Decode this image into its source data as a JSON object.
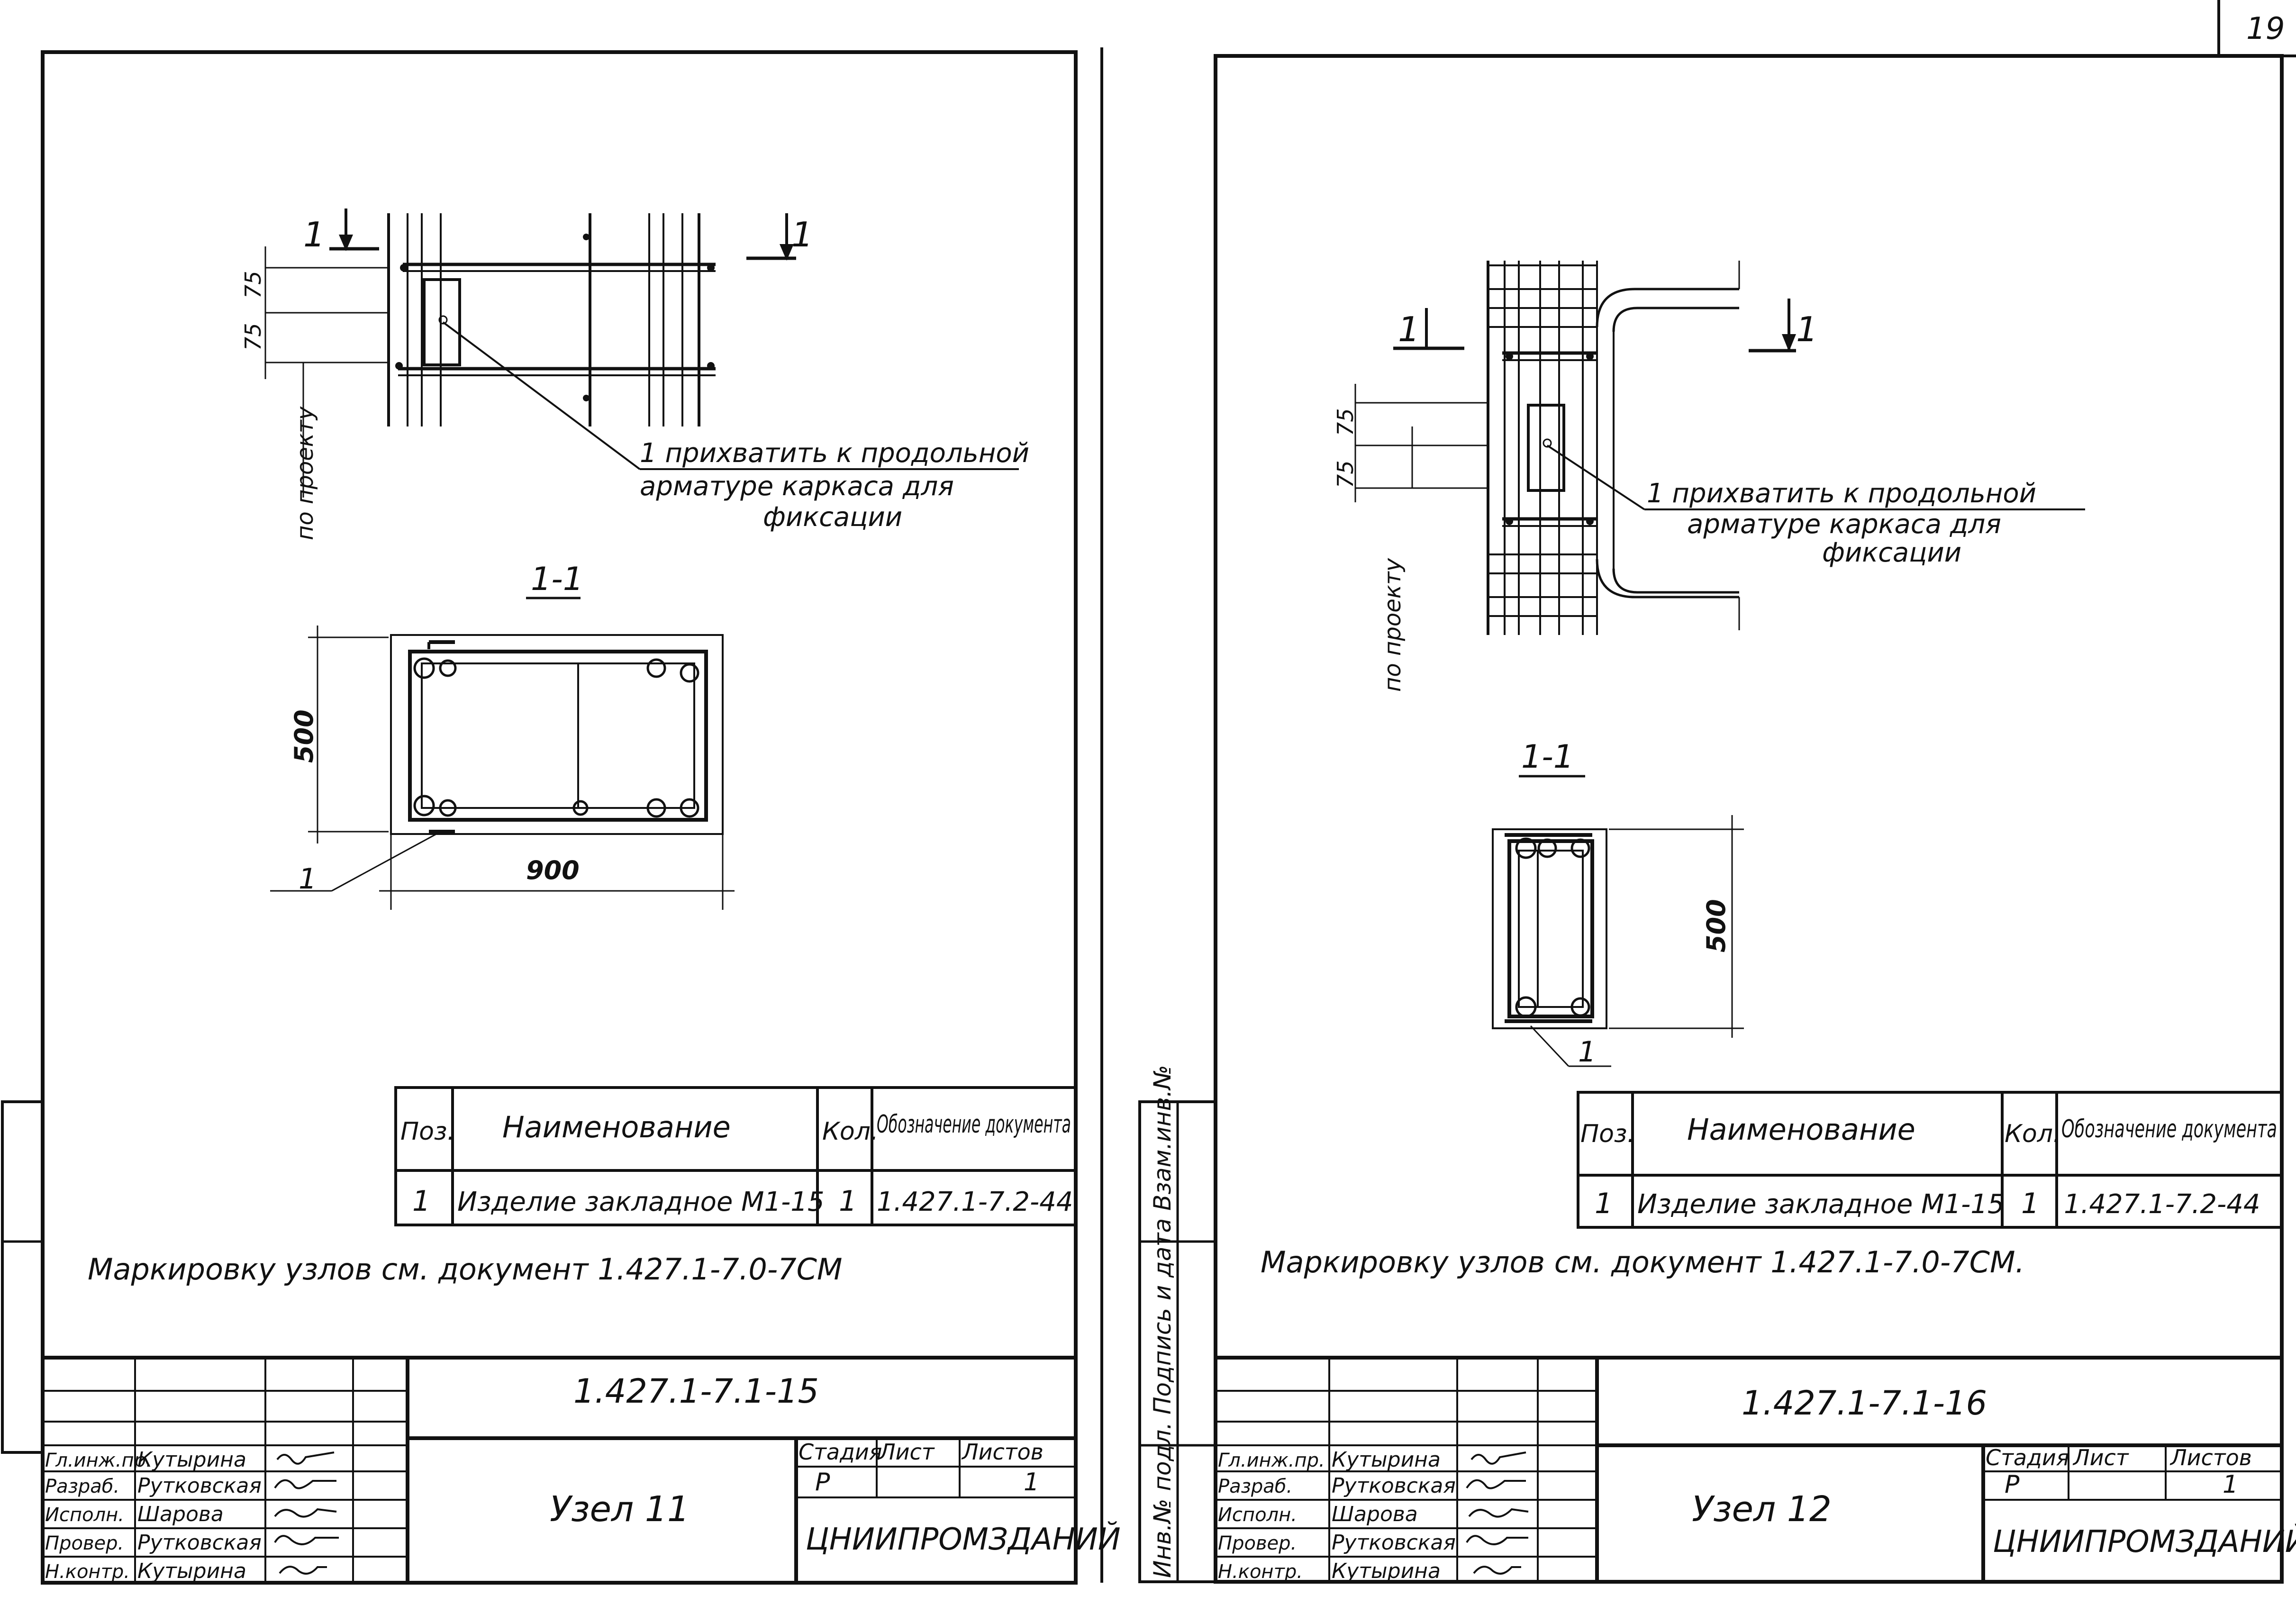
{
  "page_number": "19",
  "left_sheet": {
    "plan": {
      "section_mark": "1",
      "dim_top": "75",
      "dim_mid": "75",
      "dim_side": "по проекту",
      "callout": {
        "line1": "1 прихватить к продольной",
        "line2": "арматуре каркаса для",
        "line3": "фиксации"
      }
    },
    "section": {
      "title": "1-1",
      "height": "500",
      "width": "900",
      "callout": "1"
    },
    "spec": {
      "h_pos": "Поз.",
      "h_name": "Наименование",
      "h_qty": "Кол.",
      "h_doc": "Обозначение документа",
      "r_pos": "1",
      "r_name": "Изделие закладное М1-15",
      "r_qty": "1",
      "r_doc": "1.427.1-7.2-44"
    },
    "note": "Маркировку узлов см. документ 1.427.1-7.0-7СМ",
    "title_block": {
      "code": "1.427.1-7.1-15",
      "node": "Узел 11",
      "stage_label": "Стадия",
      "sheet_label": "Лист",
      "sheets_label": "Листов",
      "stage": "Р",
      "sheets": "1",
      "org": "ЦНИИПРОМЗДАНИЙ",
      "roles": [
        "Гл.инж.пр.",
        "Разраб.",
        "Исполн.",
        "Провер.",
        "Н.контр."
      ],
      "names": [
        "Кутырина",
        "Рутковская",
        "Шарова",
        "Рутковская",
        "Кутырина"
      ]
    }
  },
  "right_sheet": {
    "plan": {
      "section_mark": "1",
      "dim_top": "75",
      "dim_mid": "75",
      "dim_side": "по проекту",
      "callout": {
        "line1": "1 прихватить к продольной",
        "line2": "арматуре каркаса для",
        "line3": "фиксации"
      }
    },
    "section": {
      "title": "1-1",
      "height": "500",
      "callout": "1"
    },
    "spec": {
      "h_pos": "Поз.",
      "h_name": "Наименование",
      "h_qty": "Кол.",
      "h_doc": "Обозначение документа",
      "r_pos": "1",
      "r_name": "Изделие закладное М1-15",
      "r_qty": "1",
      "r_doc": "1.427.1-7.2-44"
    },
    "note": "Маркировку узлов см. документ 1.427.1-7.0-7СМ.",
    "side_stamp": "Инв.№ подл. Подпись и дата Взам.инв.№",
    "title_block": {
      "code": "1.427.1-7.1-16",
      "node": "Узел 12",
      "stage_label": "Стадия",
      "sheet_label": "Лист",
      "sheets_label": "Листов",
      "stage": "Р",
      "sheets": "1",
      "org": "ЦНИИПРОМЗДАНИЙ",
      "roles": [
        "Гл.инж.пр.",
        "Разраб.",
        "Исполн.",
        "Провер.",
        "Н.контр."
      ],
      "names": [
        "Кутырина",
        "Рутковская",
        "Шарова",
        "Рутковская",
        "Кутырина"
      ]
    }
  }
}
